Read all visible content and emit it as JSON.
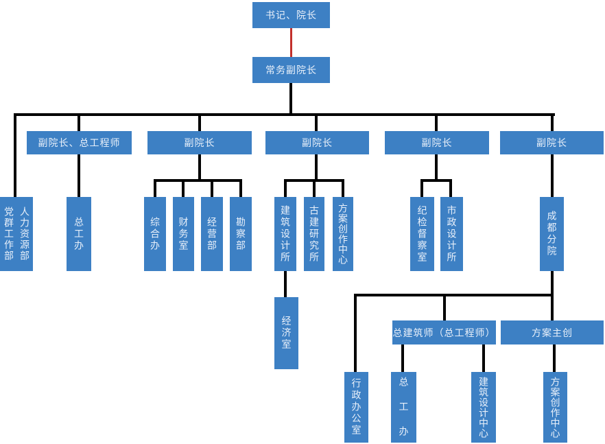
{
  "diagram": {
    "type": "org-chart",
    "colors": {
      "background": "#ffffff",
      "box_fill": "#3d80c4",
      "box_text": "#e9f0fa",
      "line": "#000000",
      "red_line": "#c2302b"
    },
    "nodes": {
      "dean": {
        "label": "书记、院长"
      },
      "exec_vice_dean": {
        "label": "常务副院长"
      },
      "vice_dean_chief_engineer": {
        "label": "副院长、总工程师"
      },
      "vice_dean_1": {
        "label": "副院长"
      },
      "vice_dean_2": {
        "label": "副院长"
      },
      "vice_dean_3": {
        "label": "副院长"
      },
      "vice_dean_4": {
        "label": "副院长"
      },
      "hr_party": {
        "lines": [
          "人力资源部",
          "党群工作部"
        ]
      },
      "chief_engineer_office": {
        "label": "总工办"
      },
      "general_office": {
        "label": "综合办"
      },
      "finance_office": {
        "label": "财务室"
      },
      "operations_dept": {
        "label": "经营部"
      },
      "survey_dept": {
        "label": "勘察部"
      },
      "architecture_design_institute": {
        "label": "建筑设计所"
      },
      "heritage_research_institute": {
        "label": "古建研究所"
      },
      "scheme_creation_center": {
        "label": "方案创作中心"
      },
      "discipline_inspection_office": {
        "label": "纪检督察室"
      },
      "municipal_design_institute": {
        "label": "市政设计所"
      },
      "chengdu_branch": {
        "label": "成都分院"
      },
      "economy_office": {
        "label": "经济室"
      },
      "chief_architect": {
        "label": "总建筑师（总工程师）"
      },
      "scheme_lead": {
        "label": "方案主创"
      },
      "admin_office": {
        "label": "行政办公室"
      },
      "branch_chief_engineer_office": {
        "label": "总 工 办"
      },
      "branch_architecture_center": {
        "label": "建筑设计中心"
      },
      "branch_creation_center": {
        "label": "方案创作中心"
      }
    }
  }
}
